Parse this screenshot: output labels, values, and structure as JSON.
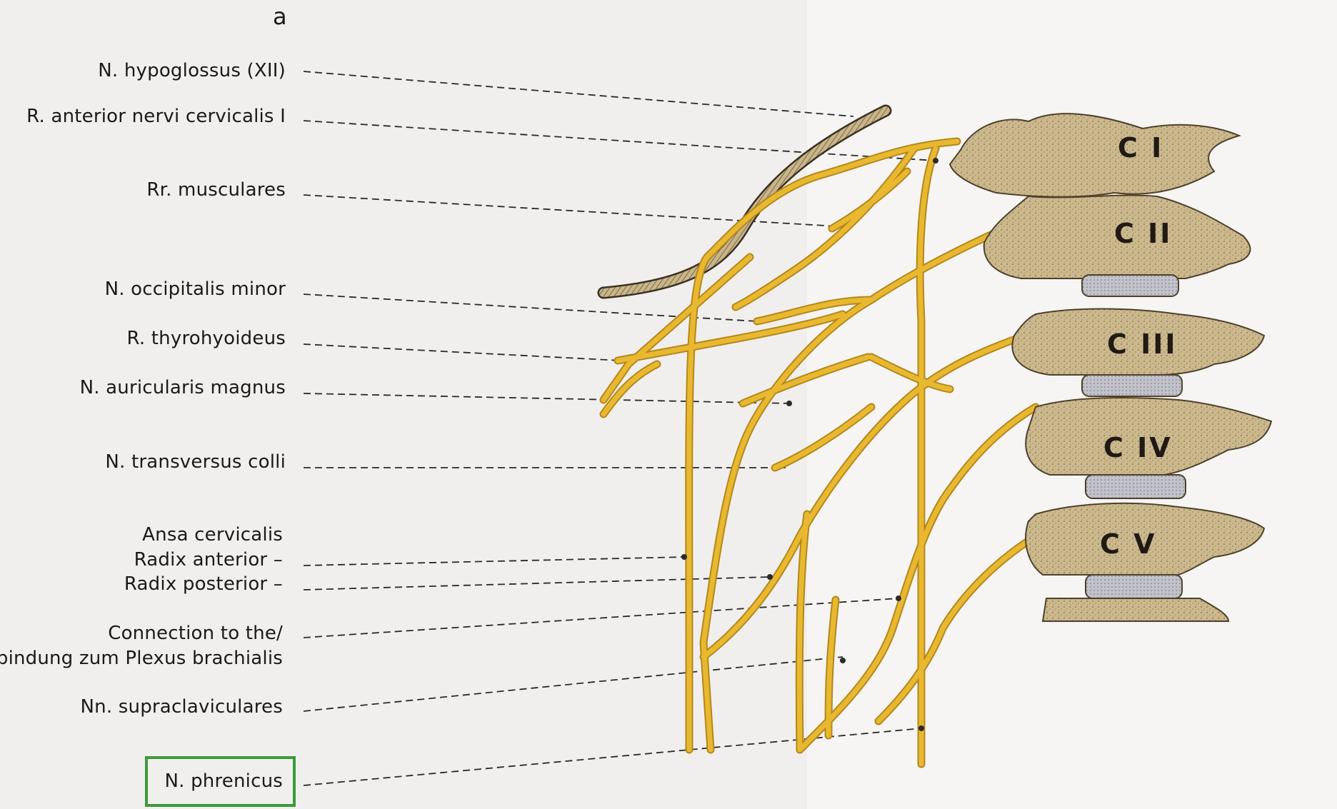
{
  "panel_letter": "a",
  "labels": {
    "hypoglossus": "N. hypoglossus (XII)",
    "r_anterior_c1": "R. anterior nervi cervicalis I",
    "rr_musculares": "Rr. musculares",
    "occipitalis_minor": "N. occipitalis minor",
    "r_thyrohyoideus": "R. thyrohyoideus",
    "auricularis_magnus": "N. auricularis magnus",
    "transversus_colli": "N. transversus colli",
    "ansa_cervicalis": "Ansa cervicalis",
    "radix_anterior": "Radix anterior –",
    "radix_posterior": "Radix posterior –",
    "connection_1": "Connection to the/",
    "connection_2": "rbindung zum Plexus brachialis",
    "supraclaviculares": "Nn. supraclaviculares",
    "phrenicus": "N. phrenicus"
  },
  "vertebrae": [
    "C I",
    "C II",
    "C III",
    "C IV",
    "C V"
  ],
  "colors": {
    "nerve": "#e8b930",
    "nerve_outline": "#b5871a",
    "bone": "#cfbc92",
    "disc": "#b9b9c3",
    "highlight": "#3a9a3a"
  }
}
